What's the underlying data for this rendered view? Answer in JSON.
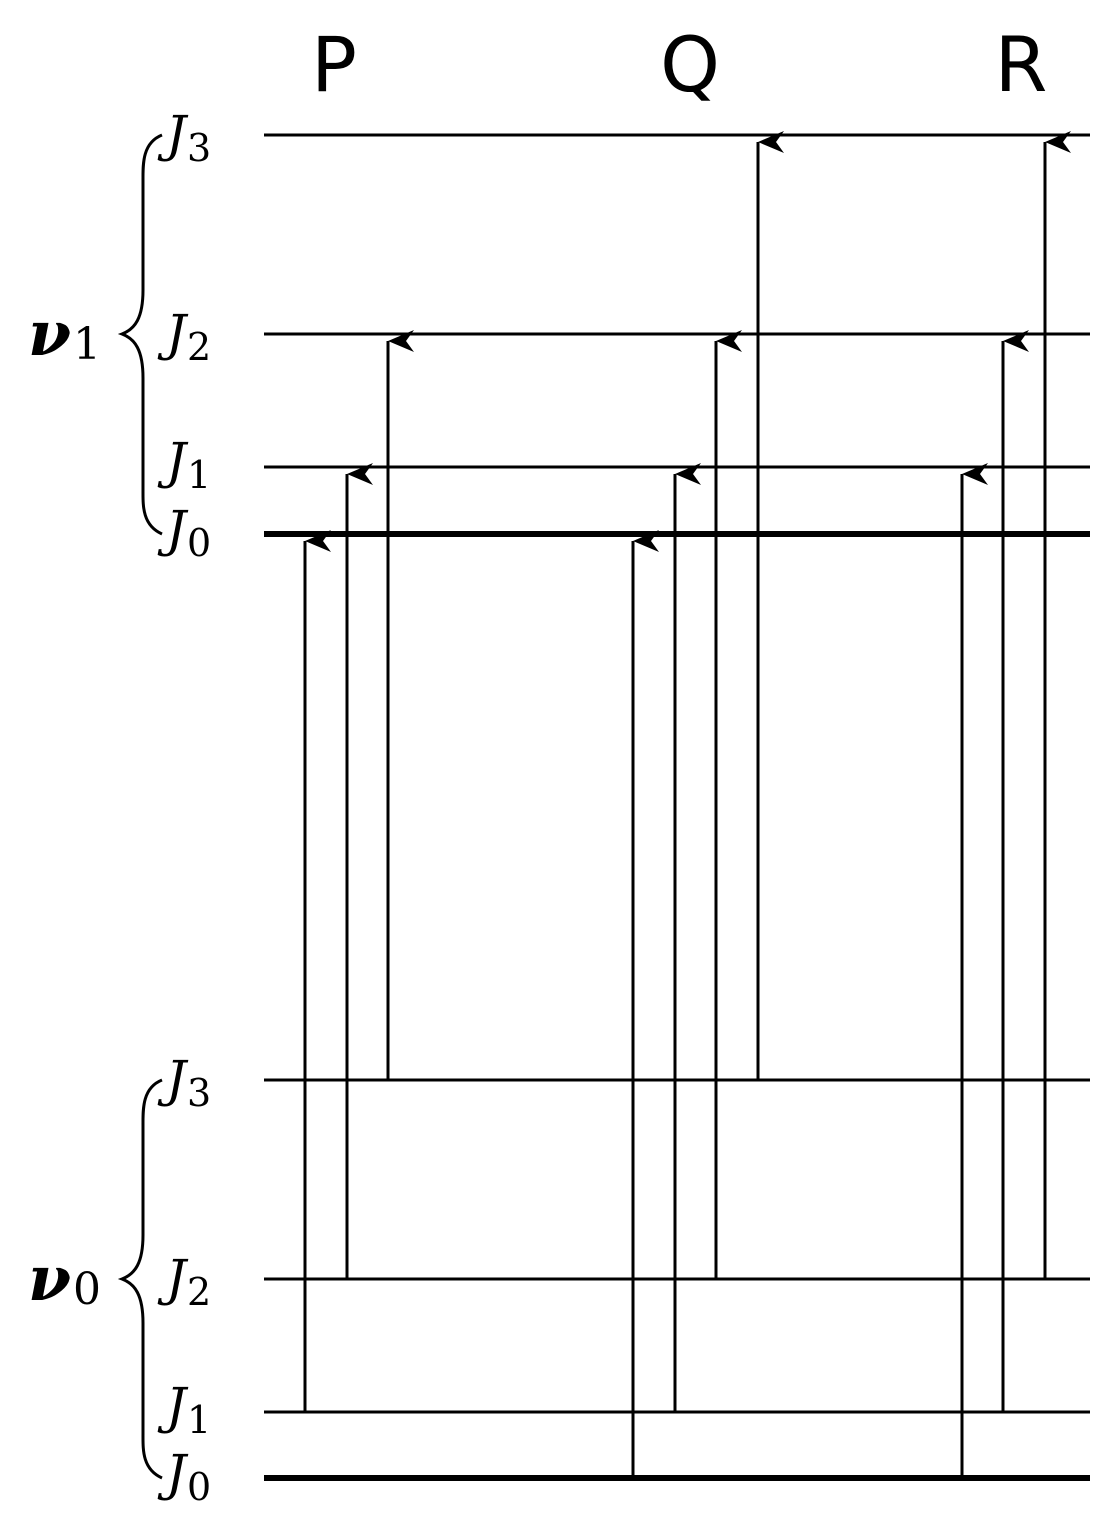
{
  "branches": [
    {
      "id": "P",
      "label": "P"
    },
    {
      "id": "Q",
      "label": "Q"
    },
    {
      "id": "R",
      "label": "R"
    }
  ],
  "states": [
    {
      "id": "v1",
      "symbol": "ν",
      "subscript": "1",
      "levels": [
        {
          "id": "v1-J0",
          "name": "J",
          "subscript": "0",
          "emphasis": "ground"
        },
        {
          "id": "v1-J1",
          "name": "J",
          "subscript": "1"
        },
        {
          "id": "v1-J2",
          "name": "J",
          "subscript": "2"
        },
        {
          "id": "v1-J3",
          "name": "J",
          "subscript": "3"
        }
      ]
    },
    {
      "id": "v0",
      "symbol": "ν",
      "subscript": "0",
      "levels": [
        {
          "id": "v0-J0",
          "name": "J",
          "subscript": "0",
          "emphasis": "ground"
        },
        {
          "id": "v0-J1",
          "name": "J",
          "subscript": "1"
        },
        {
          "id": "v0-J2",
          "name": "J",
          "subscript": "2"
        },
        {
          "id": "v0-J3",
          "name": "J",
          "subscript": "3"
        }
      ]
    }
  ],
  "transitions": [
    {
      "branch": "P",
      "from": "v0-J1",
      "to": "v1-J0"
    },
    {
      "branch": "P",
      "from": "v0-J2",
      "to": "v1-J1"
    },
    {
      "branch": "P",
      "from": "v0-J3",
      "to": "v1-J2"
    },
    {
      "branch": "Q",
      "from": "v0-J0",
      "to": "v1-J0"
    },
    {
      "branch": "Q",
      "from": "v0-J1",
      "to": "v1-J1"
    },
    {
      "branch": "Q",
      "from": "v0-J2",
      "to": "v1-J2"
    },
    {
      "branch": "Q",
      "from": "v0-J3",
      "to": "v1-J3"
    },
    {
      "branch": "R",
      "from": "v0-J0",
      "to": "v1-J1"
    },
    {
      "branch": "R",
      "from": "v0-J1",
      "to": "v1-J2"
    },
    {
      "branch": "R",
      "from": "v0-J2",
      "to": "v1-J3"
    }
  ],
  "colors": {
    "line": "#000000",
    "background": "#ffffff"
  }
}
